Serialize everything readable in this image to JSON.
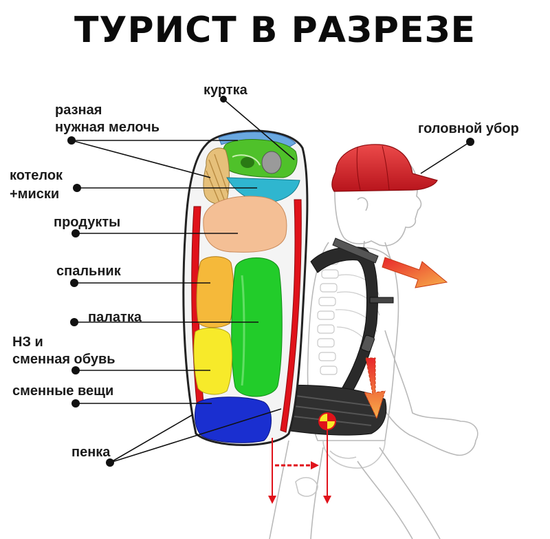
{
  "title": "ТУРИСТ В РАЗРЕЗЕ",
  "labels": {
    "kurtka": "куртка",
    "raznaya_1": "разная",
    "raznaya_2": "нужная мелочь",
    "golovnoy": "головной убор",
    "kotelok_1": "котелок",
    "kotelok_2": "+миски",
    "produkty": "продукты",
    "spalnik": "спальник",
    "palatka": "палатка",
    "nz_1": "НЗ и",
    "nz_2": "сменная обувь",
    "smennye": "сменные вещи",
    "penka": "пенка"
  },
  "colors": {
    "frame_red": "#e0121a",
    "cap_red": "#d9232a",
    "jacket_green": "#4fc12a",
    "cookware_cyan": "#2fb6cf",
    "food_peach": "#f4bf95",
    "sleeping_bag_orange": "#f5b93a",
    "tent_green": "#22cc2a",
    "shoes_yellow": "#f7ea2a",
    "clothes_blue": "#1a2fd0",
    "arrow_orange": "#f07a2a"
  },
  "icons": [
    "center-of-gravity-icon",
    "pointer-dot-icon"
  ]
}
